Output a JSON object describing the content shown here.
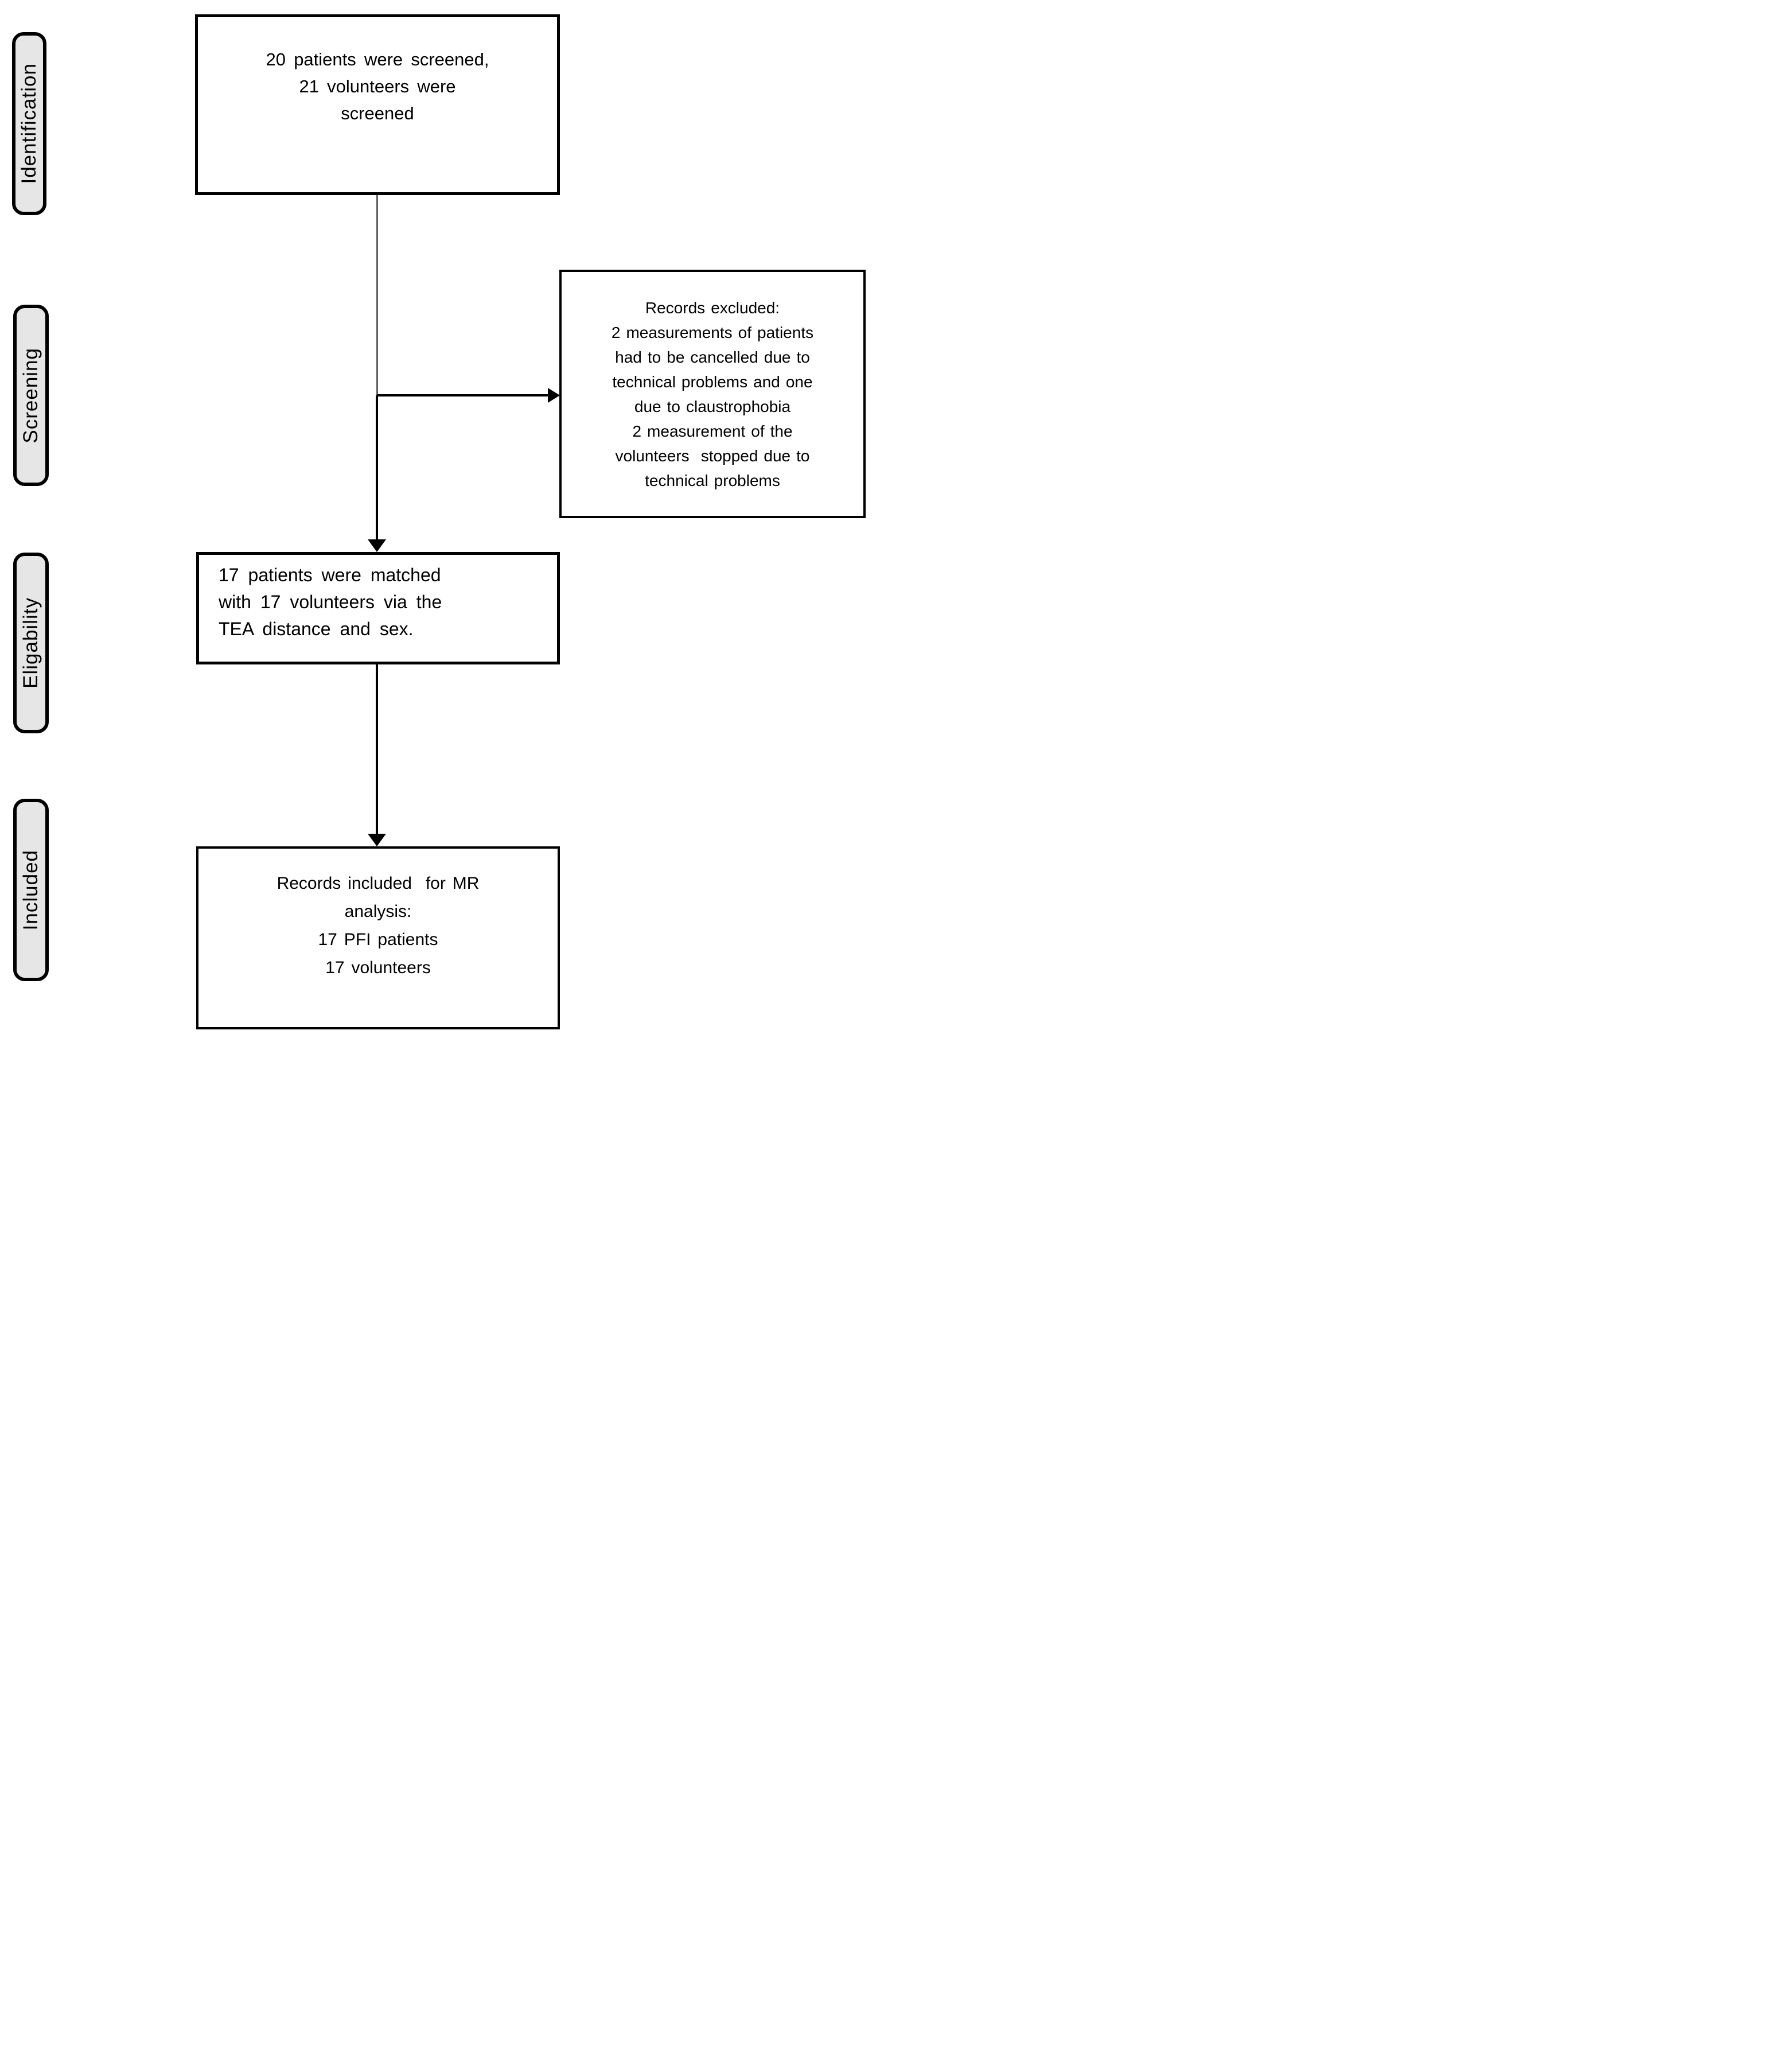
{
  "diagram": {
    "background_color": "#ffffff",
    "box_border_color": "#000000",
    "stage_pill_fill": "#e6e6e6",
    "connector_color": "#000000",
    "upper_connector_color": "#5f5f5f",
    "stages": [
      {
        "label": "Identification"
      },
      {
        "label": "Screening"
      },
      {
        "label": "Eligability"
      },
      {
        "label": "Included"
      }
    ],
    "boxes": {
      "screened": {
        "lines": [
          "20 patients were screened,",
          "21 volunteers were",
          "screened"
        ]
      },
      "excluded": {
        "lines": [
          "Records excluded:",
          "2 measurements of patients",
          "had to be cancelled due to",
          "technical problems and one",
          "due to claustrophobia",
          "2 measurement of the",
          "volunteers  stopped due to",
          "technical problems"
        ]
      },
      "matched": {
        "lines": [
          "17 patients were matched",
          "with 17 volunteers via the",
          "TEA distance and sex."
        ]
      },
      "mr_included": {
        "lines": [
          "Records included  for MR",
          "analysis:",
          "17 PFI patients",
          "17 volunteers"
        ]
      }
    }
  }
}
